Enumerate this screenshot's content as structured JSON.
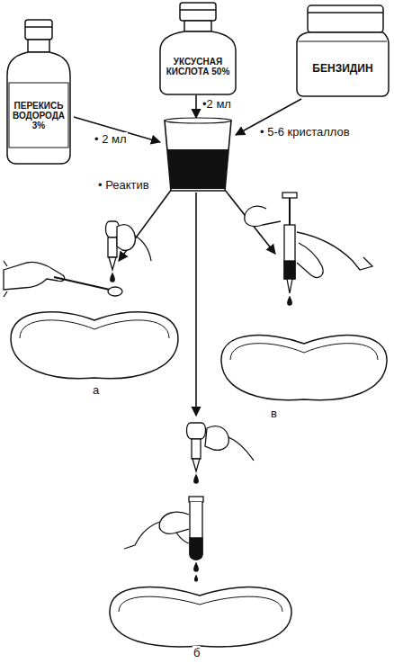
{
  "diagram": {
    "nodes": [
      {
        "text": [
          "ПЕРЕКИСЬ ВОДОРОДА 3%"
        ]
      },
      {
        "text": [
          "УКСУСНАЯ КИСЛОТА 50%"
        ]
      },
      {
        "text": [
          "БЕНЗИДИН"
        ]
      }
    ],
    "labels": [
      "• 2 мл",
      "•2 мл",
      "• 5-6 кристаллов",
      "• Реактив",
      "а",
      "в",
      "б"
    ]
  }
}
